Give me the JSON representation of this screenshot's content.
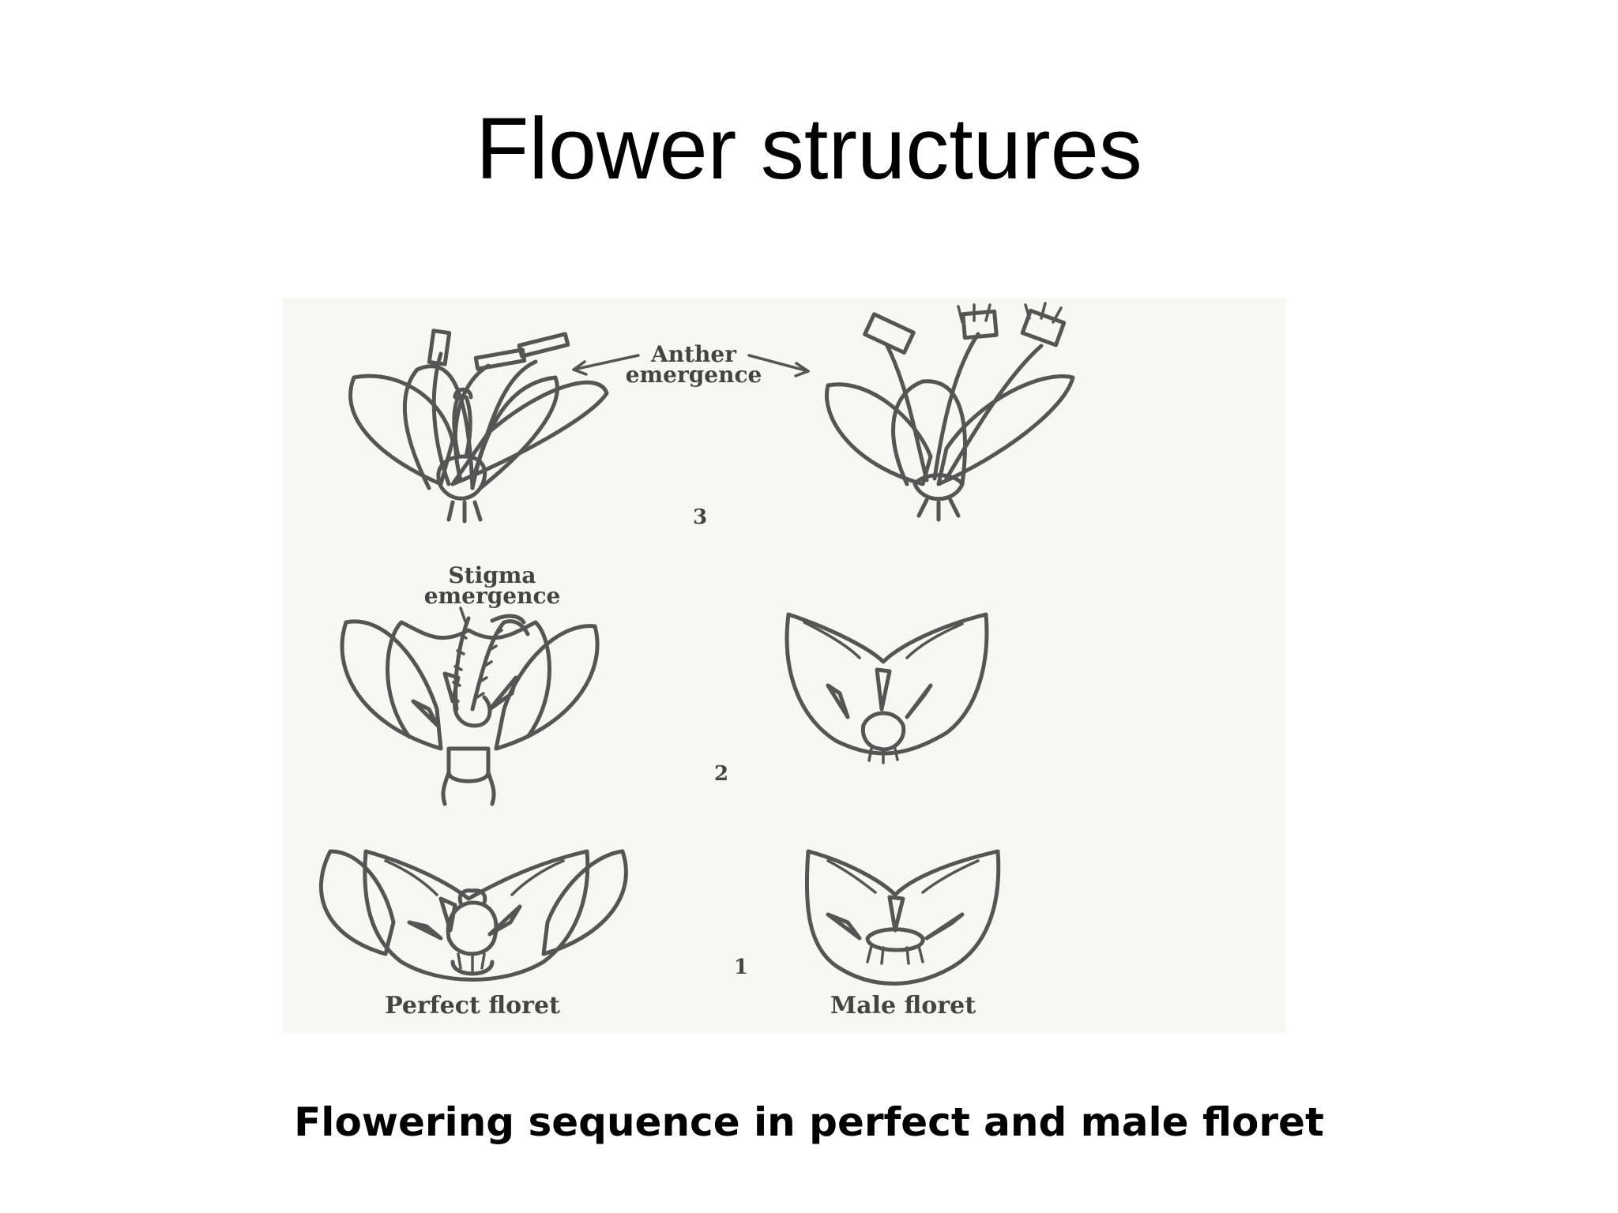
{
  "slide": {
    "title": "Flower structures",
    "caption": "Flowering sequence in perfect and  male floret"
  },
  "figure": {
    "annotations": {
      "anther_line1": "Anther",
      "anther_line2": "emergence",
      "stigma_line1": "Stigma",
      "stigma_line2": "emergence"
    },
    "stage_numbers": [
      "3",
      "2",
      "1"
    ],
    "column_labels": {
      "perfect": "Perfect floret",
      "male": "Male floret"
    }
  },
  "colors": {
    "background": "#ffffff",
    "figure_background": "#f7f7f5",
    "line": "#555555",
    "text": "#000000"
  }
}
